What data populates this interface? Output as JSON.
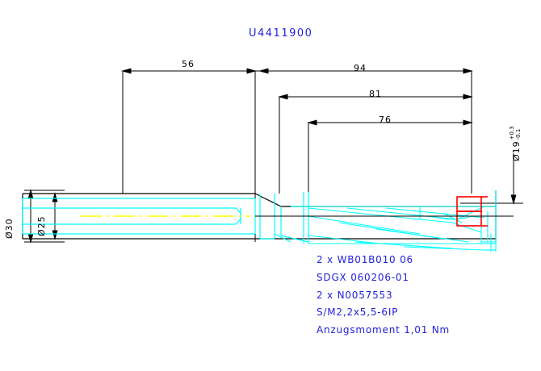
{
  "drawing": {
    "title": "U4411900",
    "title_color": "#2222dd",
    "annotation_color": "#2222dd",
    "line_color": "#000000",
    "body_color": "#00ffff",
    "centerline_color": "#ffff00",
    "highlight_color": "#ff0000"
  },
  "dimensions": {
    "horizontal": [
      {
        "name": "shank-length",
        "value": "56"
      },
      {
        "name": "overall-length",
        "value": "94"
      },
      {
        "name": "flute-plus-length",
        "value": "81"
      },
      {
        "name": "flute-length",
        "value": "76"
      }
    ],
    "vertical_left": [
      {
        "name": "shank-flange-diameter",
        "value": "Ø30"
      },
      {
        "name": "shank-diameter",
        "value": "Ø25"
      }
    ],
    "vertical_right": {
      "name": "cutting-diameter",
      "value": "Ø19",
      "tol_upper": "+0.3",
      "tol_lower": "-0.1"
    }
  },
  "specs": [
    {
      "name": "insert-spec-a",
      "text": "2 x WB01B010 06"
    },
    {
      "name": "insert-spec-b",
      "text": "SDGX 060206-01"
    },
    {
      "name": "shim-spec",
      "text": "2 x N0057553"
    },
    {
      "name": "screw-spec",
      "text": "S/M2,2x5,5-6IP"
    },
    {
      "name": "torque-spec",
      "text": "Anzugsmoment 1,01 Nm"
    }
  ]
}
